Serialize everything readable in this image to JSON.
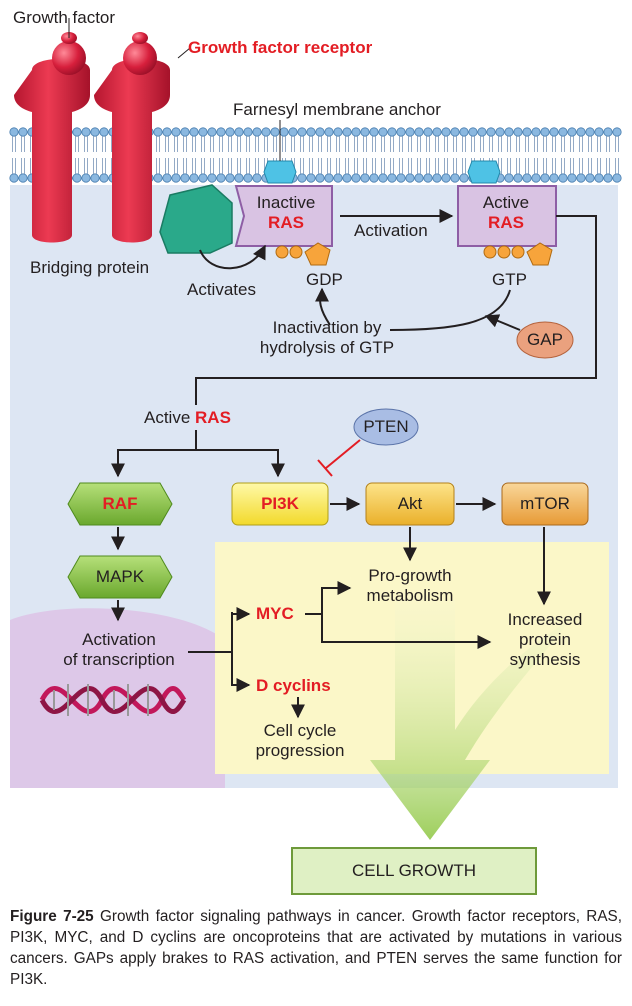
{
  "labels": {
    "growth_factor": "Growth factor",
    "growth_factor_receptor": "Growth factor receptor",
    "farnesyl_anchor": "Farnesyl membrane anchor",
    "inactive": "Inactive",
    "ras": "RAS",
    "active": "Active",
    "activation": "Activation",
    "bridging_protein": "Bridging protein",
    "activates": "Activates",
    "gdp": "GDP",
    "gtp": "GTP",
    "inactivation_line1": "Inactivation by",
    "inactivation_line2": "hydrolysis of GTP",
    "gap": "GAP",
    "active_ras_prefix": "Active",
    "active_ras_suffix": "RAS",
    "pten": "PTEN",
    "raf": "RAF",
    "pi3k": "PI3K",
    "akt": "Akt",
    "mtor": "mTOR",
    "mapk": "MAPK",
    "pro_growth_line1": "Pro-growth",
    "pro_growth_line2": "metabolism",
    "myc": "MYC",
    "increased_line1": "Increased",
    "increased_line2": "protein",
    "increased_line3": "synthesis",
    "activation_of_line1": "Activation",
    "activation_of_line2": "of transcription",
    "d_cyclins": "D cyclins",
    "cell_cycle_line1": "Cell cycle",
    "cell_cycle_line2": "progression",
    "cell_growth": "CELL GROWTH"
  },
  "caption": {
    "figure_label": "Figure 7-25",
    "text": " Growth factor signaling pathways in cancer. Growth factor receptors, RAS, PI3K, MYC, and D cyclins are oncoproteins that are activated by mutations in various cancers. GAPs apply brakes to RAS activation, and PTEN serves the same function for PI3K."
  },
  "colors": {
    "cell_background": "#dde6f3",
    "receptor": "#d71f3c",
    "ras_box": "#d9c3e3",
    "highlight_panel": "#fbf7c8",
    "gene_box": "#fff27a",
    "kinase_box": "#f7c846",
    "raf_mapk": "#8cc63f",
    "arrow": "#231f20",
    "inhibition": "#e31d24",
    "red_text": "#e31d24",
    "cell_growth_box": "#dff0c4"
  }
}
